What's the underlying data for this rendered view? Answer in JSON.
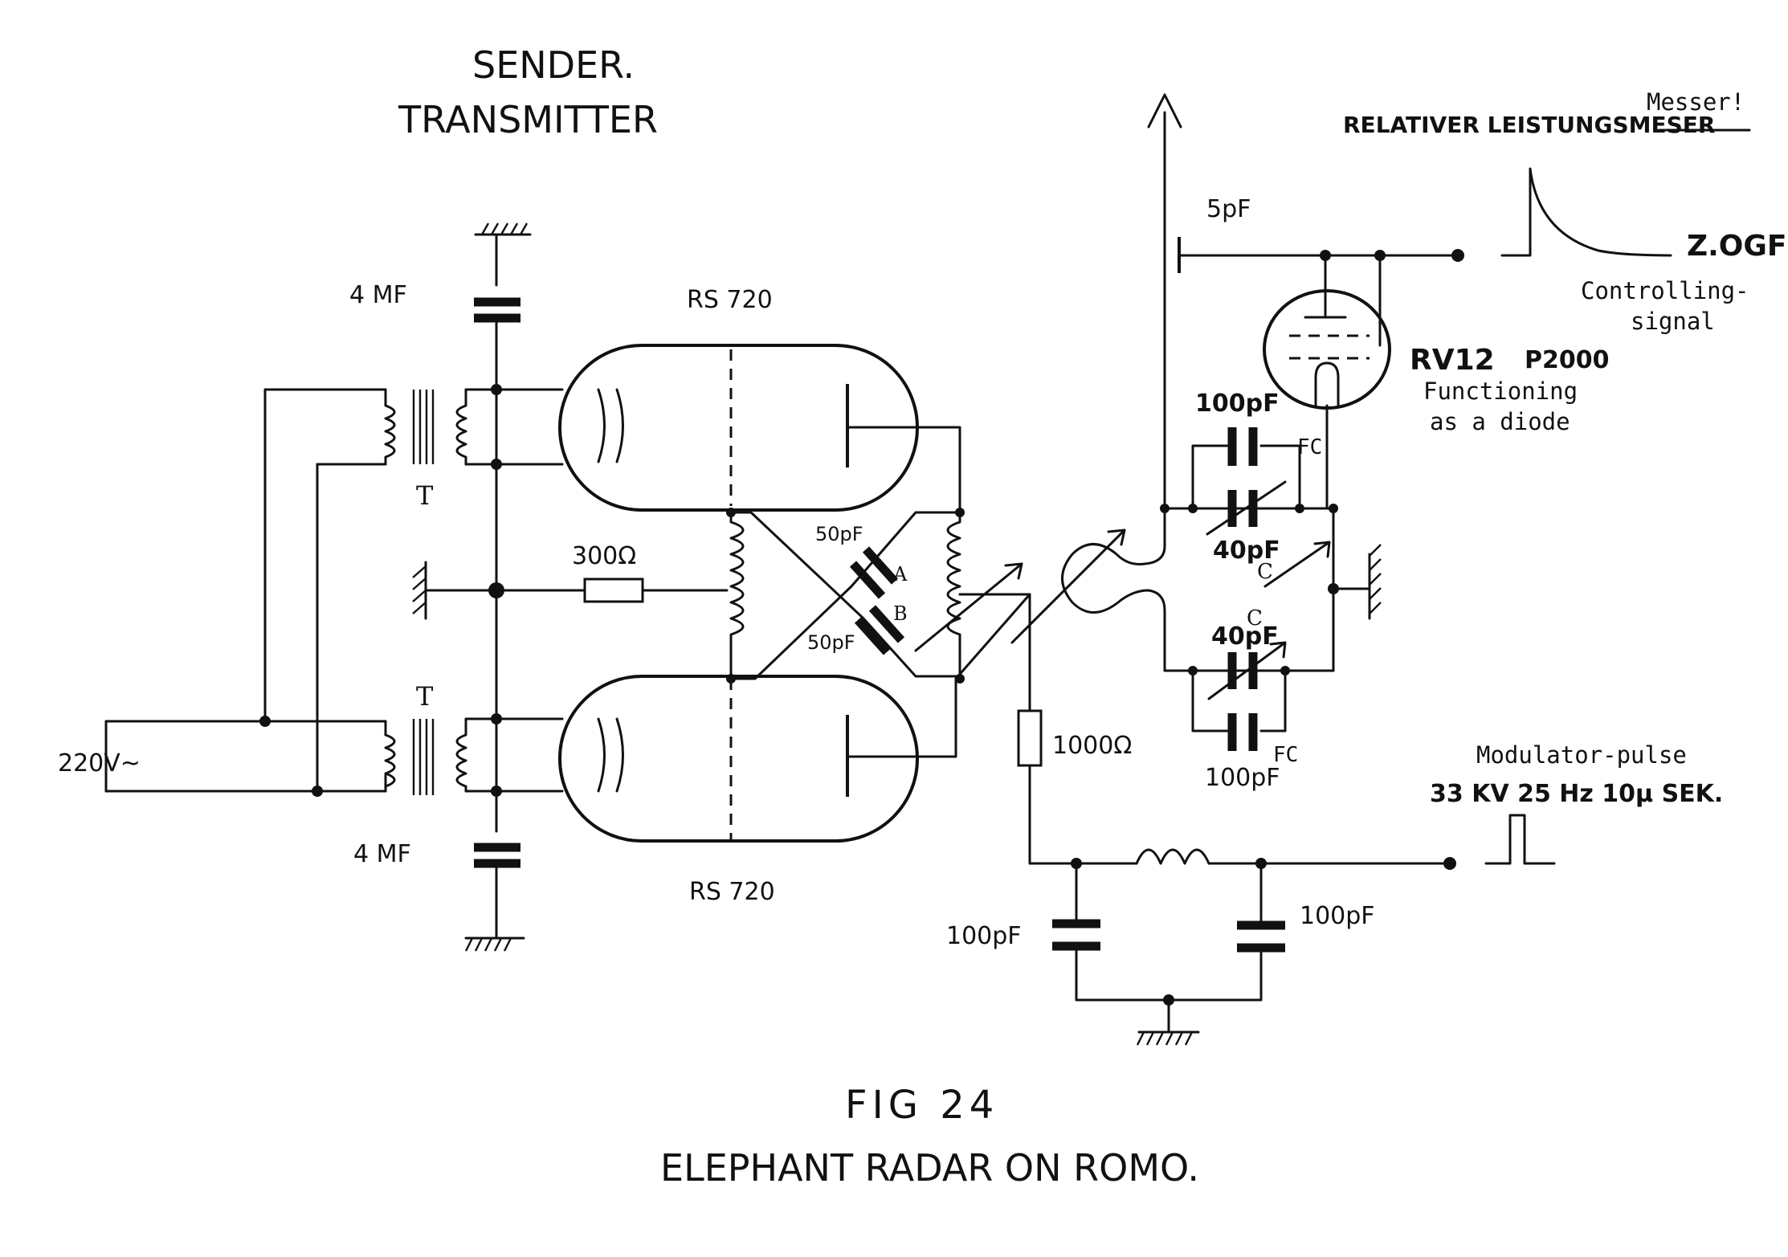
{
  "titles": {
    "sender": "SENDER.",
    "transmitter": "TRANSMITTER",
    "fig": "FIG  24",
    "caption": "ELEPHANT RADAR ON ROMO."
  },
  "labels": {
    "cap_4mf_top": "4 MF",
    "cap_4mf_bottom": "4 MF",
    "tube_top": "RS 720",
    "tube_bottom": "RS 720",
    "transformer_top": "T",
    "transformer_bottom": "T",
    "resistor_300": "300Ω",
    "resistor_1000": "1000Ω",
    "cap_50pf_a": "50pF",
    "cap_50pf_b": "50pF",
    "mark_a": "A",
    "mark_b": "B",
    "supply": "220V~",
    "cap_5pf": "5pF",
    "cap_100pf_top": "100pF",
    "cap_100pf_bottom": "100pF",
    "cap_40pf_top": "40pF",
    "cap_40pf_bottom": "40pF",
    "mark_c_top": "C",
    "mark_c_bottom": "C",
    "mark_fc_top": "FC",
    "mark_fc_bottom": "FC",
    "cap_100pf_filter_left": "100pF",
    "cap_100pf_filter_right": "100pF",
    "tube_rv12": "RV12",
    "p2000": "P2000",
    "diode_note_1": "Functioning",
    "diode_note_2": "as a diode",
    "power_meter": "RELATIVER LEISTUNGSMESER",
    "messer_note": "Messer!",
    "zogf": "Z.OGF",
    "controlling_1": "Controlling-",
    "controlling_2": "signal",
    "modulator_note": "Modulator-pulse",
    "modulator_spec": "33 KV  25 Hz  10µ SEK."
  },
  "icons": [
    "ground-icon",
    "capacitor-icon",
    "variable-capacitor-icon",
    "inductor-icon",
    "resistor-icon",
    "triode-tube-icon",
    "antenna-arrow-icon"
  ]
}
